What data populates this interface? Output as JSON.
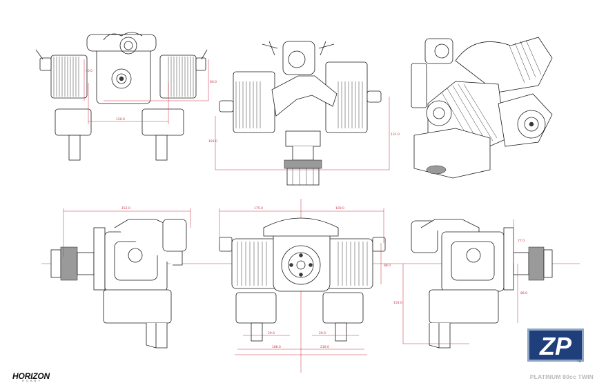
{
  "brand": {
    "name": "HORIZON",
    "subline": "HOBBY"
  },
  "logo": {
    "mark": "ZP",
    "tm": "TM",
    "colors": {
      "fill": "#1f3f7a",
      "border": "#8fa6c4",
      "text": "#ffffff"
    }
  },
  "model_label": "PLATINUM 80cc TWIN",
  "colors": {
    "line": "#1a1a1a",
    "dimension": "#c0394a",
    "background": "#ffffff"
  },
  "views": {
    "top_left_dims": {
      "width": "120.0",
      "height_a": "40.0",
      "height_b": "60.0"
    },
    "top_center_dims": {
      "overall_height": "181.0",
      "height_b": "131.0"
    },
    "bottom_left_dims": {
      "length": "152.0"
    },
    "bottom_center_dims": {
      "span_left": "175.0",
      "span_right": "100.0",
      "center_h": "88.0",
      "mount_a": "29.0",
      "mount_b": "29.0",
      "base_a": "188.0",
      "base_b": "216.0"
    },
    "bottom_right_dims": {
      "height_a": "77.0",
      "height_b": "88.0",
      "height_c": "154.0"
    }
  }
}
